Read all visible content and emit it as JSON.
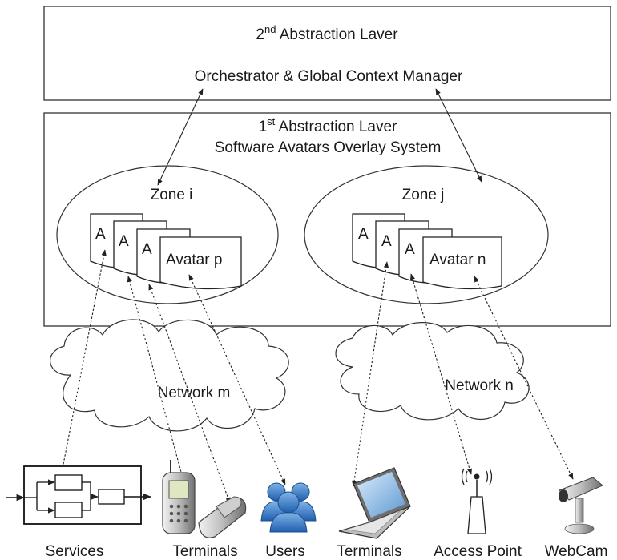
{
  "layer2": {
    "title_prefix": "2",
    "title_sup": "nd",
    "title_rest": " Abstraction Laver",
    "subtitle": "Orchestrator & Global Context Manager"
  },
  "layer1": {
    "title_prefix": "1",
    "title_sup": "st",
    "title_rest": " Abstraction Laver",
    "subtitle": "Software Avatars Overlay System"
  },
  "zones": [
    {
      "label": "Zone i",
      "avatars": [
        "A",
        "A",
        "A",
        "Avatar p"
      ]
    },
    {
      "label": "Zone j",
      "avatars": [
        "A",
        "A",
        "A",
        "Avatar n"
      ]
    }
  ],
  "networks": [
    {
      "label": "Network m"
    },
    {
      "label": "Network n"
    }
  ],
  "devices": [
    {
      "label": "Services",
      "icon": "services-block-diagram-icon"
    },
    {
      "label": "Terminals",
      "icon": "mobile-phones-icon"
    },
    {
      "label": "Users",
      "icon": "users-icon"
    },
    {
      "label": "Terminals",
      "icon": "laptop-icon"
    },
    {
      "label": "Access Point",
      "icon": "access-point-icon"
    },
    {
      "label": "WebCam",
      "icon": "webcam-icon"
    }
  ]
}
